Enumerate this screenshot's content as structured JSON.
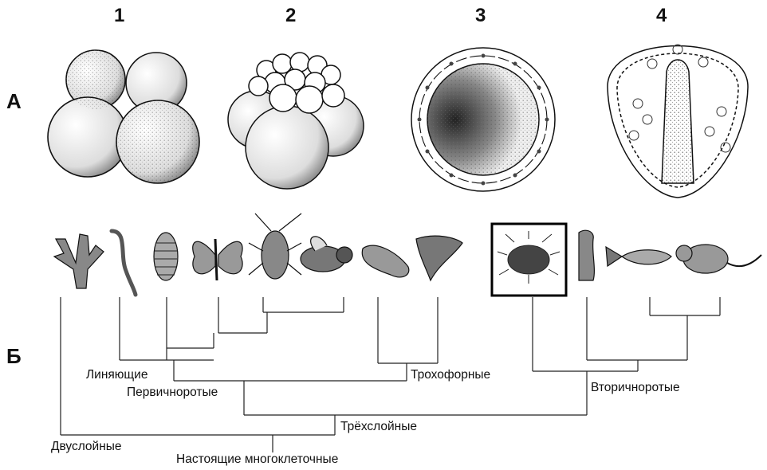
{
  "row_labels": {
    "a": "А",
    "b": "Б"
  },
  "stage_numbers": [
    "1",
    "2",
    "3",
    "4"
  ],
  "tree_labels": {
    "molting": "Линяющие",
    "trochophore": "Трохофорные",
    "protostomes": "Первичноротые",
    "deuterostomes": "Вторичноротые",
    "triploblastic": "Трёхслойные",
    "diploblastic": "Двуслойные",
    "eumetazoa": "Настоящие многоклеточные"
  },
  "colors": {
    "ink": "#111111",
    "highlight_border": "#000000"
  }
}
